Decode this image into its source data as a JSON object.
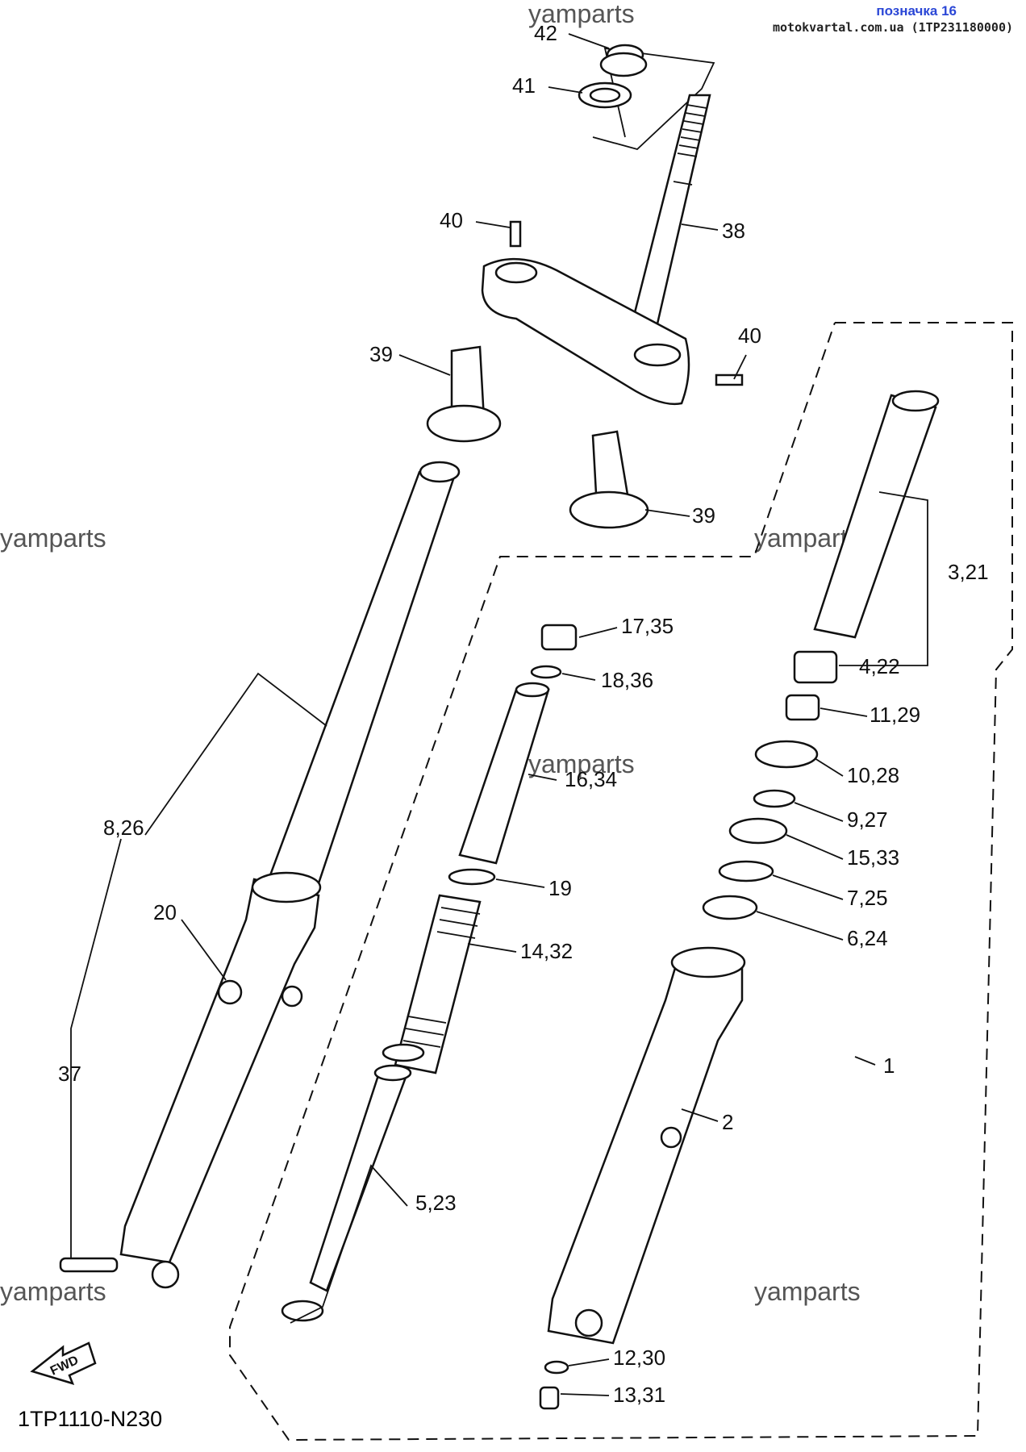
{
  "header": {
    "title": "позначка 16",
    "site": "motokvartal.com.ua (1TP231180000)"
  },
  "watermark": "yamparts",
  "diagram_code": "1TP1110-N230",
  "fwd_label": "FWD",
  "callouts": [
    "42",
    "41",
    "38",
    "40",
    "40",
    "39",
    "39",
    "3,21",
    "4,22",
    "17,35",
    "18,36",
    "11,29",
    "10,28",
    "16,34",
    "9,27",
    "8,26",
    "19",
    "15,33",
    "7,25",
    "6,24",
    "20",
    "14,32",
    "1",
    "37",
    "2",
    "5,23",
    "12,30",
    "13,31"
  ]
}
